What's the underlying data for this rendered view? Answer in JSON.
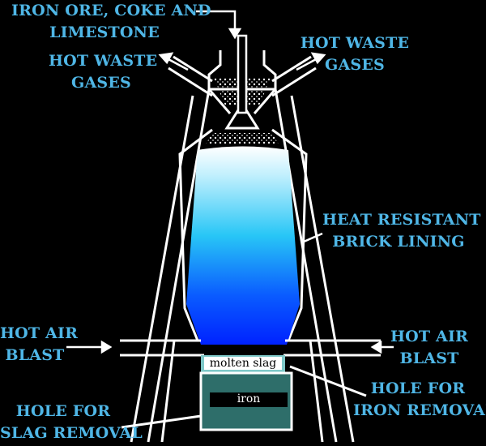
{
  "labels": {
    "input": "IRON ORE, COKE AND LIMESTONE",
    "input_line1": "IRON ORE, COKE AND",
    "input_line2": "LIMESTONE",
    "waste_left_1": "HOT WASTE",
    "waste_left_2": "GASES",
    "waste_right_1": "HOT WASTE",
    "waste_right_2": "GASES",
    "lining_1": "HEAT RESISTANT",
    "lining_2": "BRICK LINING",
    "air_left_1": "HOT AIR",
    "air_left_2": "BLAST",
    "air_right_1": "HOT AIR",
    "air_right_2": "BLAST",
    "iron_hole_1": "HOLE FOR",
    "iron_hole_2": "IRON REMOVAL",
    "slag_hole_1": "HOLE FOR",
    "slag_hole_2": "SLAG REMOVAL",
    "molten_slag": "molten slag",
    "iron": "iron"
  },
  "colors": {
    "background": "#000000",
    "label_text": "#4fb6e6",
    "outline": "#ffffff",
    "furnace_top": "#ffffff",
    "furnace_bottom": "#0024ff",
    "slag_fill": "#7ec8c8",
    "iron_fill": "#2e6e6a"
  }
}
